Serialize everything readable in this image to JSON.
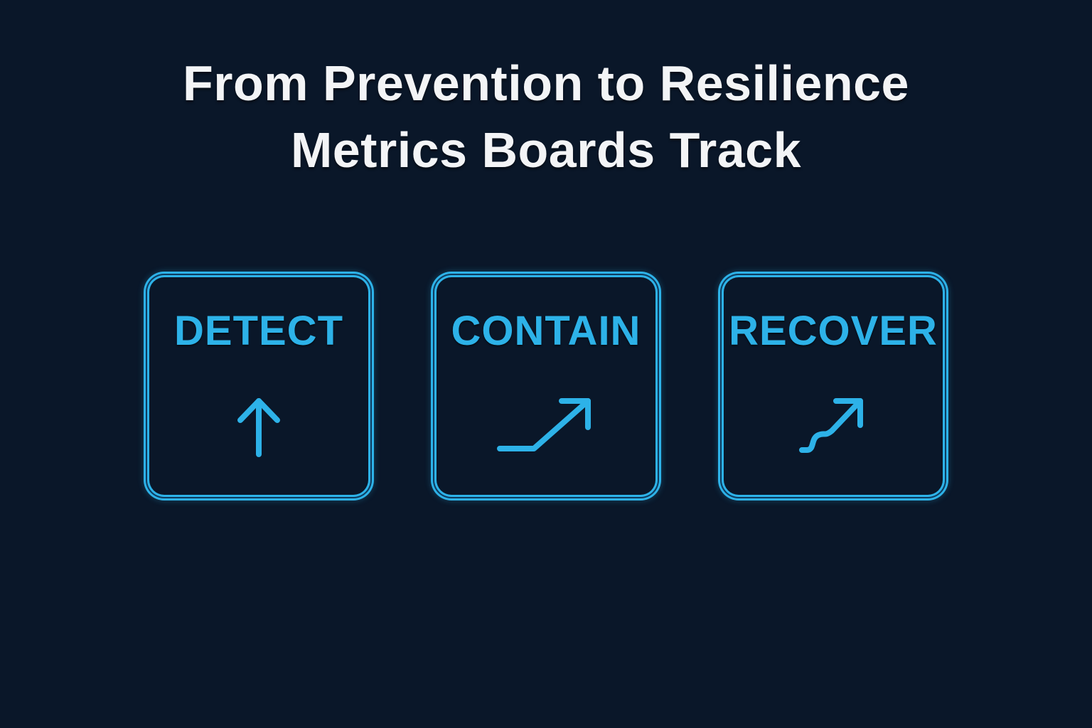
{
  "title": {
    "line1": "From Prevention to Resilience",
    "line2": "Metrics Boards Track"
  },
  "cards": [
    {
      "label": "DETECT",
      "icon": "arrow-up-icon"
    },
    {
      "label": "CONTAIN",
      "icon": "arrow-trend-up-icon"
    },
    {
      "label": "RECOVER",
      "icon": "arrow-recovery-trend-up-icon"
    }
  ],
  "colors": {
    "background": "#0A1729",
    "accent": "#2DB2E8",
    "title_text": "#F3F4F6"
  }
}
